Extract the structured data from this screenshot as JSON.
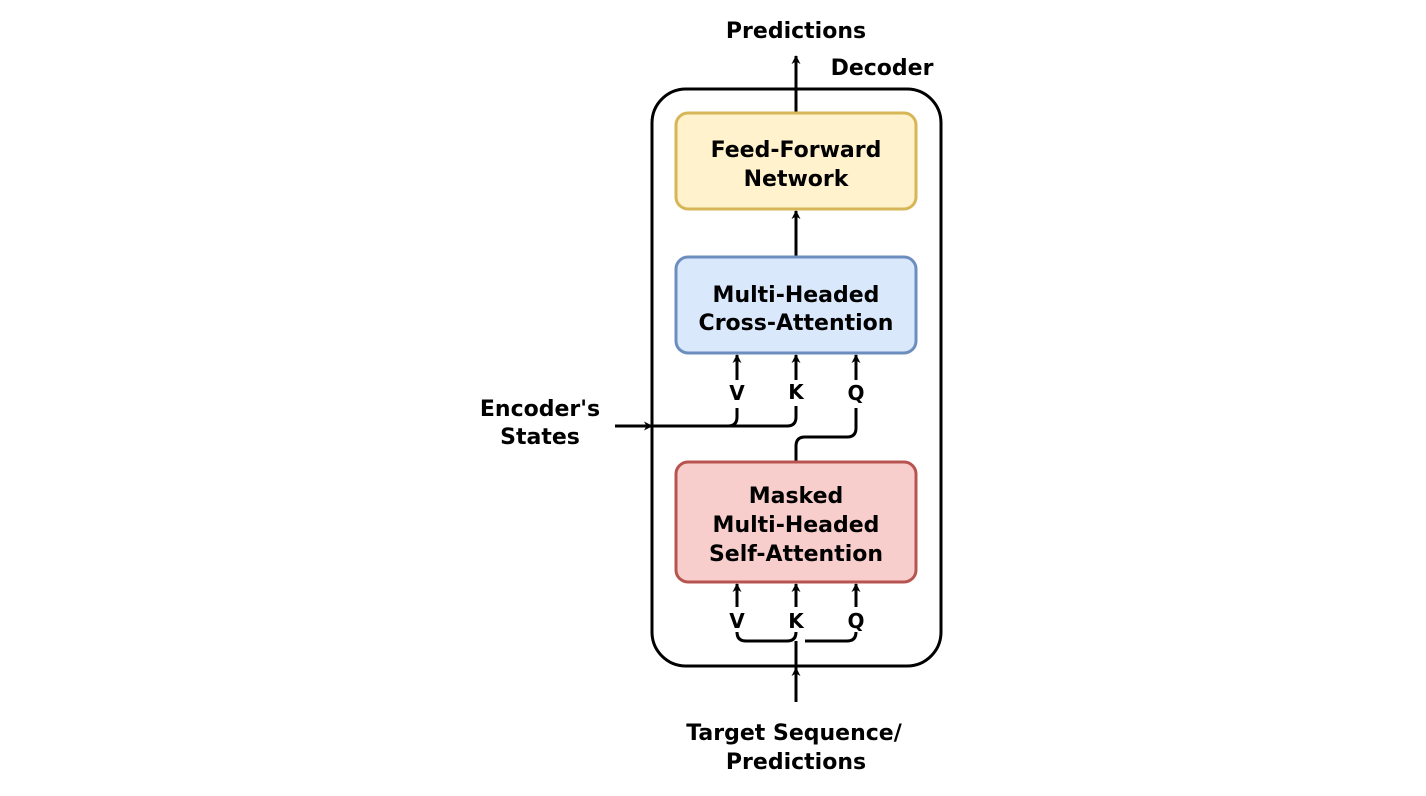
{
  "decoder": {
    "label": "Decoder",
    "outputs_label": "Predictions",
    "blocks": [
      {
        "id": "ffn",
        "lines": [
          "Feed-Forward",
          "Network"
        ],
        "fill": "#fff2cc",
        "stroke": "#d6b656"
      },
      {
        "id": "cross",
        "lines": [
          "Multi-Headed",
          "Cross-Attention"
        ],
        "fill": "#dae8fc",
        "stroke": "#6c8ebf"
      },
      {
        "id": "self",
        "lines": [
          "Masked",
          "Multi-Headed",
          "Self-Attention"
        ],
        "fill": "#f8cecc",
        "stroke": "#b85450"
      }
    ],
    "cross_inputs": [
      "V",
      "K",
      "Q"
    ],
    "self_inputs": [
      "V",
      "K",
      "Q"
    ]
  },
  "encoder_states": {
    "lines": [
      "Encoder's",
      "States"
    ]
  },
  "target_input": {
    "lines": [
      "Target Sequence/",
      "Predictions"
    ]
  }
}
